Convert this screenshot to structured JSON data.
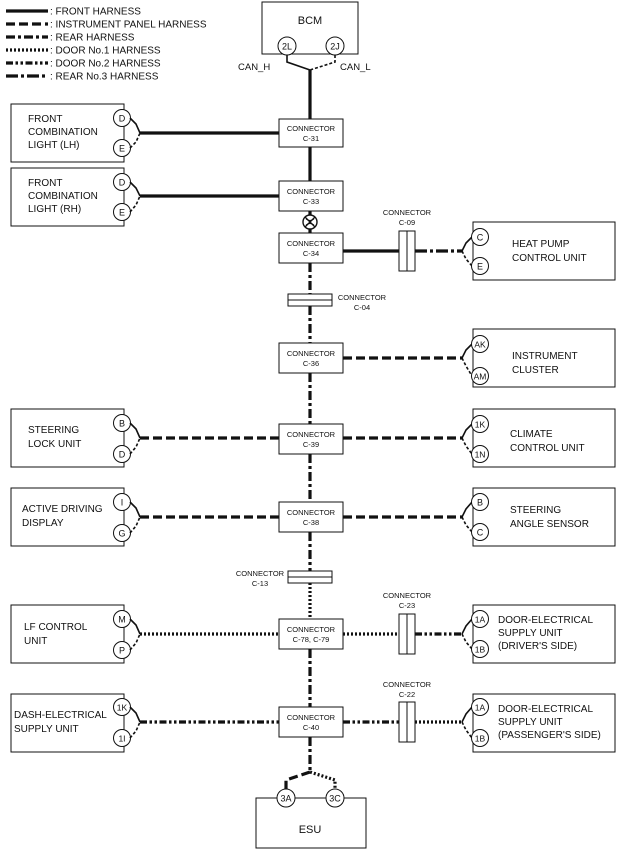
{
  "legend": [
    {
      "label": ": FRONT HARNESS",
      "style": "solid"
    },
    {
      "label": ": INSTRUMENT PANEL HARNESS",
      "style": "dash"
    },
    {
      "label": ": REAR HARNESS",
      "style": "dashdot"
    },
    {
      "label": ": DOOR No.1 HARNESS",
      "style": "dotted"
    },
    {
      "label": ": DOOR No.2 HARNESS",
      "style": "dashdotdot"
    },
    {
      "label": ": REAR No.3 HARNESS",
      "style": "longdashdot"
    }
  ],
  "bcm": {
    "title": "BCM",
    "pin_left": "2L",
    "pin_right": "2J",
    "can_h": "CAN_H",
    "can_l": "CAN_L"
  },
  "esu": {
    "title": "ESU",
    "pin_left": "3A",
    "pin_right": "3C"
  },
  "connectors": {
    "c31": {
      "word": "CONNECTOR",
      "id": "C-31"
    },
    "c33": {
      "word": "CONNECTOR",
      "id": "C-33"
    },
    "c34": {
      "word": "CONNECTOR",
      "id": "C-34"
    },
    "c04": {
      "word": "CONNECTOR",
      "id": "C-04"
    },
    "c36": {
      "word": "CONNECTOR",
      "id": "C-36"
    },
    "c39": {
      "word": "CONNECTOR",
      "id": "C-39"
    },
    "c38": {
      "word": "CONNECTOR",
      "id": "C-38"
    },
    "c13": {
      "word": "CONNECTOR",
      "id": "C-13"
    },
    "c78": {
      "word": "CONNECTOR",
      "id": "C-78, C-79"
    },
    "c40": {
      "word": "CONNECTOR",
      "id": "C-40"
    },
    "c09": {
      "word": "CONNECTOR",
      "id": "C-09"
    },
    "c23": {
      "word": "CONNECTOR",
      "id": "C-23"
    },
    "c22": {
      "word": "CONNECTOR",
      "id": "C-22"
    }
  },
  "left_units": {
    "front_lh": {
      "lines": [
        "FRONT",
        "COMBINATION",
        "LIGHT (LH)"
      ],
      "pins": [
        "D",
        "E"
      ]
    },
    "front_rh": {
      "lines": [
        "FRONT",
        "COMBINATION",
        "LIGHT (RH)"
      ],
      "pins": [
        "D",
        "E"
      ]
    },
    "steering_lock": {
      "lines": [
        "STEERING",
        "LOCK UNIT"
      ],
      "pins": [
        "B",
        "D"
      ]
    },
    "active_display": {
      "lines": [
        "ACTIVE DRIVING",
        "DISPLAY"
      ],
      "pins": [
        "I",
        "G"
      ]
    },
    "lf_control": {
      "lines": [
        "LF CONTROL",
        "UNIT"
      ],
      "pins": [
        "M",
        "P"
      ]
    },
    "dash_supply": {
      "lines": [
        "DASH-ELECTRICAL",
        "SUPPLY UNIT"
      ],
      "pins": [
        "1K",
        "1I"
      ]
    }
  },
  "right_units": {
    "heat_pump": {
      "lines": [
        "HEAT PUMP",
        "CONTROL UNIT"
      ],
      "pins": [
        "C",
        "E"
      ]
    },
    "instrument": {
      "lines": [
        "INSTRUMENT",
        "CLUSTER"
      ],
      "pins": [
        "AK",
        "AM"
      ]
    },
    "climate": {
      "lines": [
        "CLIMATE",
        "CONTROL UNIT"
      ],
      "pins": [
        "1K",
        "1N"
      ]
    },
    "steering_angle": {
      "lines": [
        "STEERING",
        "ANGLE SENSOR"
      ],
      "pins": [
        "B",
        "C"
      ]
    },
    "door_driver": {
      "lines": [
        "DOOR-ELECTRICAL",
        "SUPPLY UNIT",
        "(DRIVER'S SIDE)"
      ],
      "pins": [
        "1A",
        "1B"
      ]
    },
    "door_passenger": {
      "lines": [
        "DOOR-ELECTRICAL",
        "SUPPLY UNIT",
        "(PASSENGER'S SIDE)"
      ],
      "pins": [
        "1A",
        "1B"
      ]
    }
  }
}
